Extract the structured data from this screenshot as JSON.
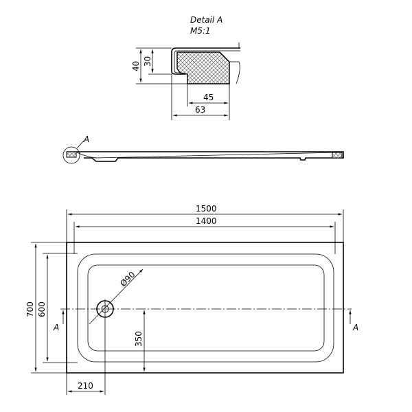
{
  "detail": {
    "title": "Detail  A",
    "scale": "M5:1",
    "dim_40": "40",
    "dim_30": "30",
    "dim_45": "45",
    "dim_63": "63"
  },
  "side_view": {
    "detail_marker": "A"
  },
  "plan_view": {
    "dim_length_outer": "1500",
    "dim_length_inner": "1400",
    "dim_width_outer": "700",
    "dim_width_inner": "600",
    "dim_drain_center": "350",
    "dim_drain_offset": "210",
    "drain_diameter": "Ø90",
    "section_left": "A",
    "section_right": "A"
  }
}
